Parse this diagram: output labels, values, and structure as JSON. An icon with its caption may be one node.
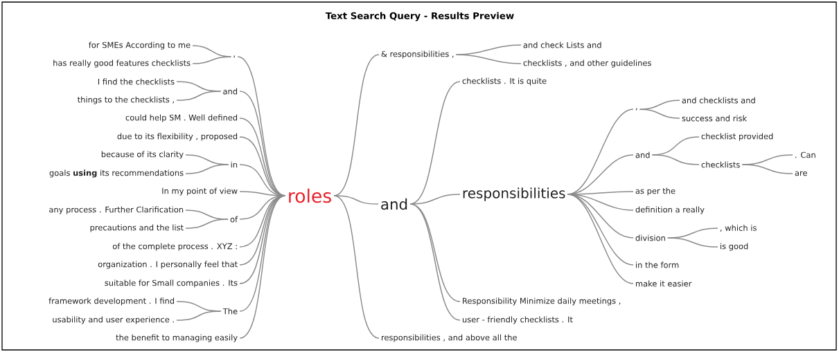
{
  "diagram": {
    "title": "Text Search Query - Results Preview",
    "nodes": [
      {
        "text": [
          "roles"
        ]
      },
      {
        "text": [
          ","
        ]
      },
      {
        "text": [
          "for SMEs According to me"
        ]
      },
      {
        "text": [
          "has really good features checklists"
        ]
      },
      {
        "text": [
          "and"
        ]
      },
      {
        "text": [
          "I find the checklists"
        ]
      },
      {
        "text": [
          "things to the checklists ,"
        ]
      },
      {
        "text": [
          "could help SM . Well defined"
        ]
      },
      {
        "text": [
          "due to its flexibility , proposed"
        ]
      },
      {
        "text": [
          "in"
        ]
      },
      {
        "text": [
          "because of its clarity"
        ]
      },
      {
        "text": [
          "goals **using** its recommendations"
        ]
      },
      {
        "text": [
          "In my point of view"
        ]
      },
      {
        "text": [
          "of"
        ]
      },
      {
        "text": [
          "any process . Further Clarification"
        ]
      },
      {
        "text": [
          "precautions and the list"
        ]
      },
      {
        "text": [
          "of the complete process . XYZ :"
        ]
      },
      {
        "text": [
          "organization . I personally feel that"
        ]
      },
      {
        "text": [
          "suitable for Small companies . Its"
        ]
      },
      {
        "text": [
          "The"
        ]
      },
      {
        "text": [
          "framework development . I find"
        ]
      },
      {
        "text": [
          "usability and user experience ."
        ]
      },
      {
        "text": [
          "the benefit to managing easily"
        ]
      },
      {
        "text": [
          "& responsibilities ,"
        ]
      },
      {
        "text": [
          "and check Lists and"
        ]
      },
      {
        "text": [
          "checklists , and other guidelines"
        ]
      },
      {
        "text": [
          "and"
        ]
      },
      {
        "text": [
          "checklists . It is quite"
        ]
      },
      {
        "text": [
          "responsibilities"
        ]
      },
      {
        "text": [
          ","
        ]
      },
      {
        "text": [
          "and checklists and"
        ]
      },
      {
        "text": [
          "success and risk"
        ]
      },
      {
        "text": [
          "and"
        ]
      },
      {
        "text": [
          "checklist provided"
        ]
      },
      {
        "text": [
          "checklists"
        ]
      },
      {
        "text": [
          ". Can"
        ]
      },
      {
        "text": [
          "are"
        ]
      },
      {
        "text": [
          "as per the"
        ]
      },
      {
        "text": [
          "definition a really"
        ]
      },
      {
        "text": [
          "division"
        ]
      },
      {
        "text": [
          ", which is"
        ]
      },
      {
        "text": [
          "is good"
        ]
      },
      {
        "text": [
          "in the form"
        ]
      },
      {
        "text": [
          "make it easier"
        ]
      },
      {
        "text": [
          "Responsibility Minimize daily meetings ,"
        ]
      },
      {
        "text": [
          "user - friendly checklists . It"
        ]
      },
      {
        "text": [
          "responsibilities , and above all the"
        ]
      }
    ],
    "edges": [
      {
        "from": 0,
        "to": 1,
        "arrow": "none"
      },
      {
        "from": 1,
        "to": 2,
        "arrow": "none"
      },
      {
        "from": 1,
        "to": 3,
        "arrow": "none"
      },
      {
        "from": 0,
        "to": 4,
        "arrow": "none"
      },
      {
        "from": 4,
        "to": 5,
        "arrow": "none"
      },
      {
        "from": 4,
        "to": 6,
        "arrow": "none"
      },
      {
        "from": 0,
        "to": 7,
        "arrow": "none"
      },
      {
        "from": 0,
        "to": 8,
        "arrow": "none"
      },
      {
        "from": 0,
        "to": 9,
        "arrow": "none"
      },
      {
        "from": 9,
        "to": 10,
        "arrow": "none"
      },
      {
        "from": 9,
        "to": 11,
        "arrow": "none"
      },
      {
        "from": 0,
        "to": 12,
        "arrow": "none"
      },
      {
        "from": 0,
        "to": 13,
        "arrow": "none"
      },
      {
        "from": 13,
        "to": 14,
        "arrow": "none"
      },
      {
        "from": 13,
        "to": 15,
        "arrow": "none"
      },
      {
        "from": 0,
        "to": 16,
        "arrow": "none"
      },
      {
        "from": 0,
        "to": 17,
        "arrow": "none"
      },
      {
        "from": 0,
        "to": 18,
        "arrow": "none"
      },
      {
        "from": 0,
        "to": 19,
        "arrow": "none"
      },
      {
        "from": 19,
        "to": 20,
        "arrow": "none"
      },
      {
        "from": 19,
        "to": 21,
        "arrow": "none"
      },
      {
        "from": 0,
        "to": 22,
        "arrow": "none"
      },
      {
        "from": 0,
        "to": 23,
        "arrow": "none"
      },
      {
        "from": 23,
        "to": 24,
        "arrow": "none"
      },
      {
        "from": 23,
        "to": 25,
        "arrow": "none"
      },
      {
        "from": 0,
        "to": 26,
        "arrow": "none"
      },
      {
        "from": 0,
        "to": 46,
        "arrow": "none"
      },
      {
        "from": 26,
        "to": 27,
        "arrow": "none"
      },
      {
        "from": 26,
        "to": 28,
        "arrow": "none"
      },
      {
        "from": 26,
        "to": 44,
        "arrow": "none"
      },
      {
        "from": 26,
        "to": 45,
        "arrow": "none"
      },
      {
        "from": 28,
        "to": 29,
        "arrow": "none"
      },
      {
        "from": 29,
        "to": 30,
        "arrow": "none"
      },
      {
        "from": 29,
        "to": 31,
        "arrow": "none"
      },
      {
        "from": 28,
        "to": 32,
        "arrow": "none"
      },
      {
        "from": 32,
        "to": 33,
        "arrow": "none"
      },
      {
        "from": 32,
        "to": 34,
        "arrow": "none"
      },
      {
        "from": 34,
        "to": 35,
        "arrow": "none"
      },
      {
        "from": 34,
        "to": 36,
        "arrow": "none"
      },
      {
        "from": 28,
        "to": 37,
        "arrow": "none"
      },
      {
        "from": 28,
        "to": 38,
        "arrow": "none"
      },
      {
        "from": 28,
        "to": 39,
        "arrow": "none"
      },
      {
        "from": 39,
        "to": 40,
        "arrow": "none"
      },
      {
        "from": 39,
        "to": 41,
        "arrow": "none"
      },
      {
        "from": 28,
        "to": 42,
        "arrow": "none"
      },
      {
        "from": 28,
        "to": 43,
        "arrow": "none"
      }
    ]
  }
}
